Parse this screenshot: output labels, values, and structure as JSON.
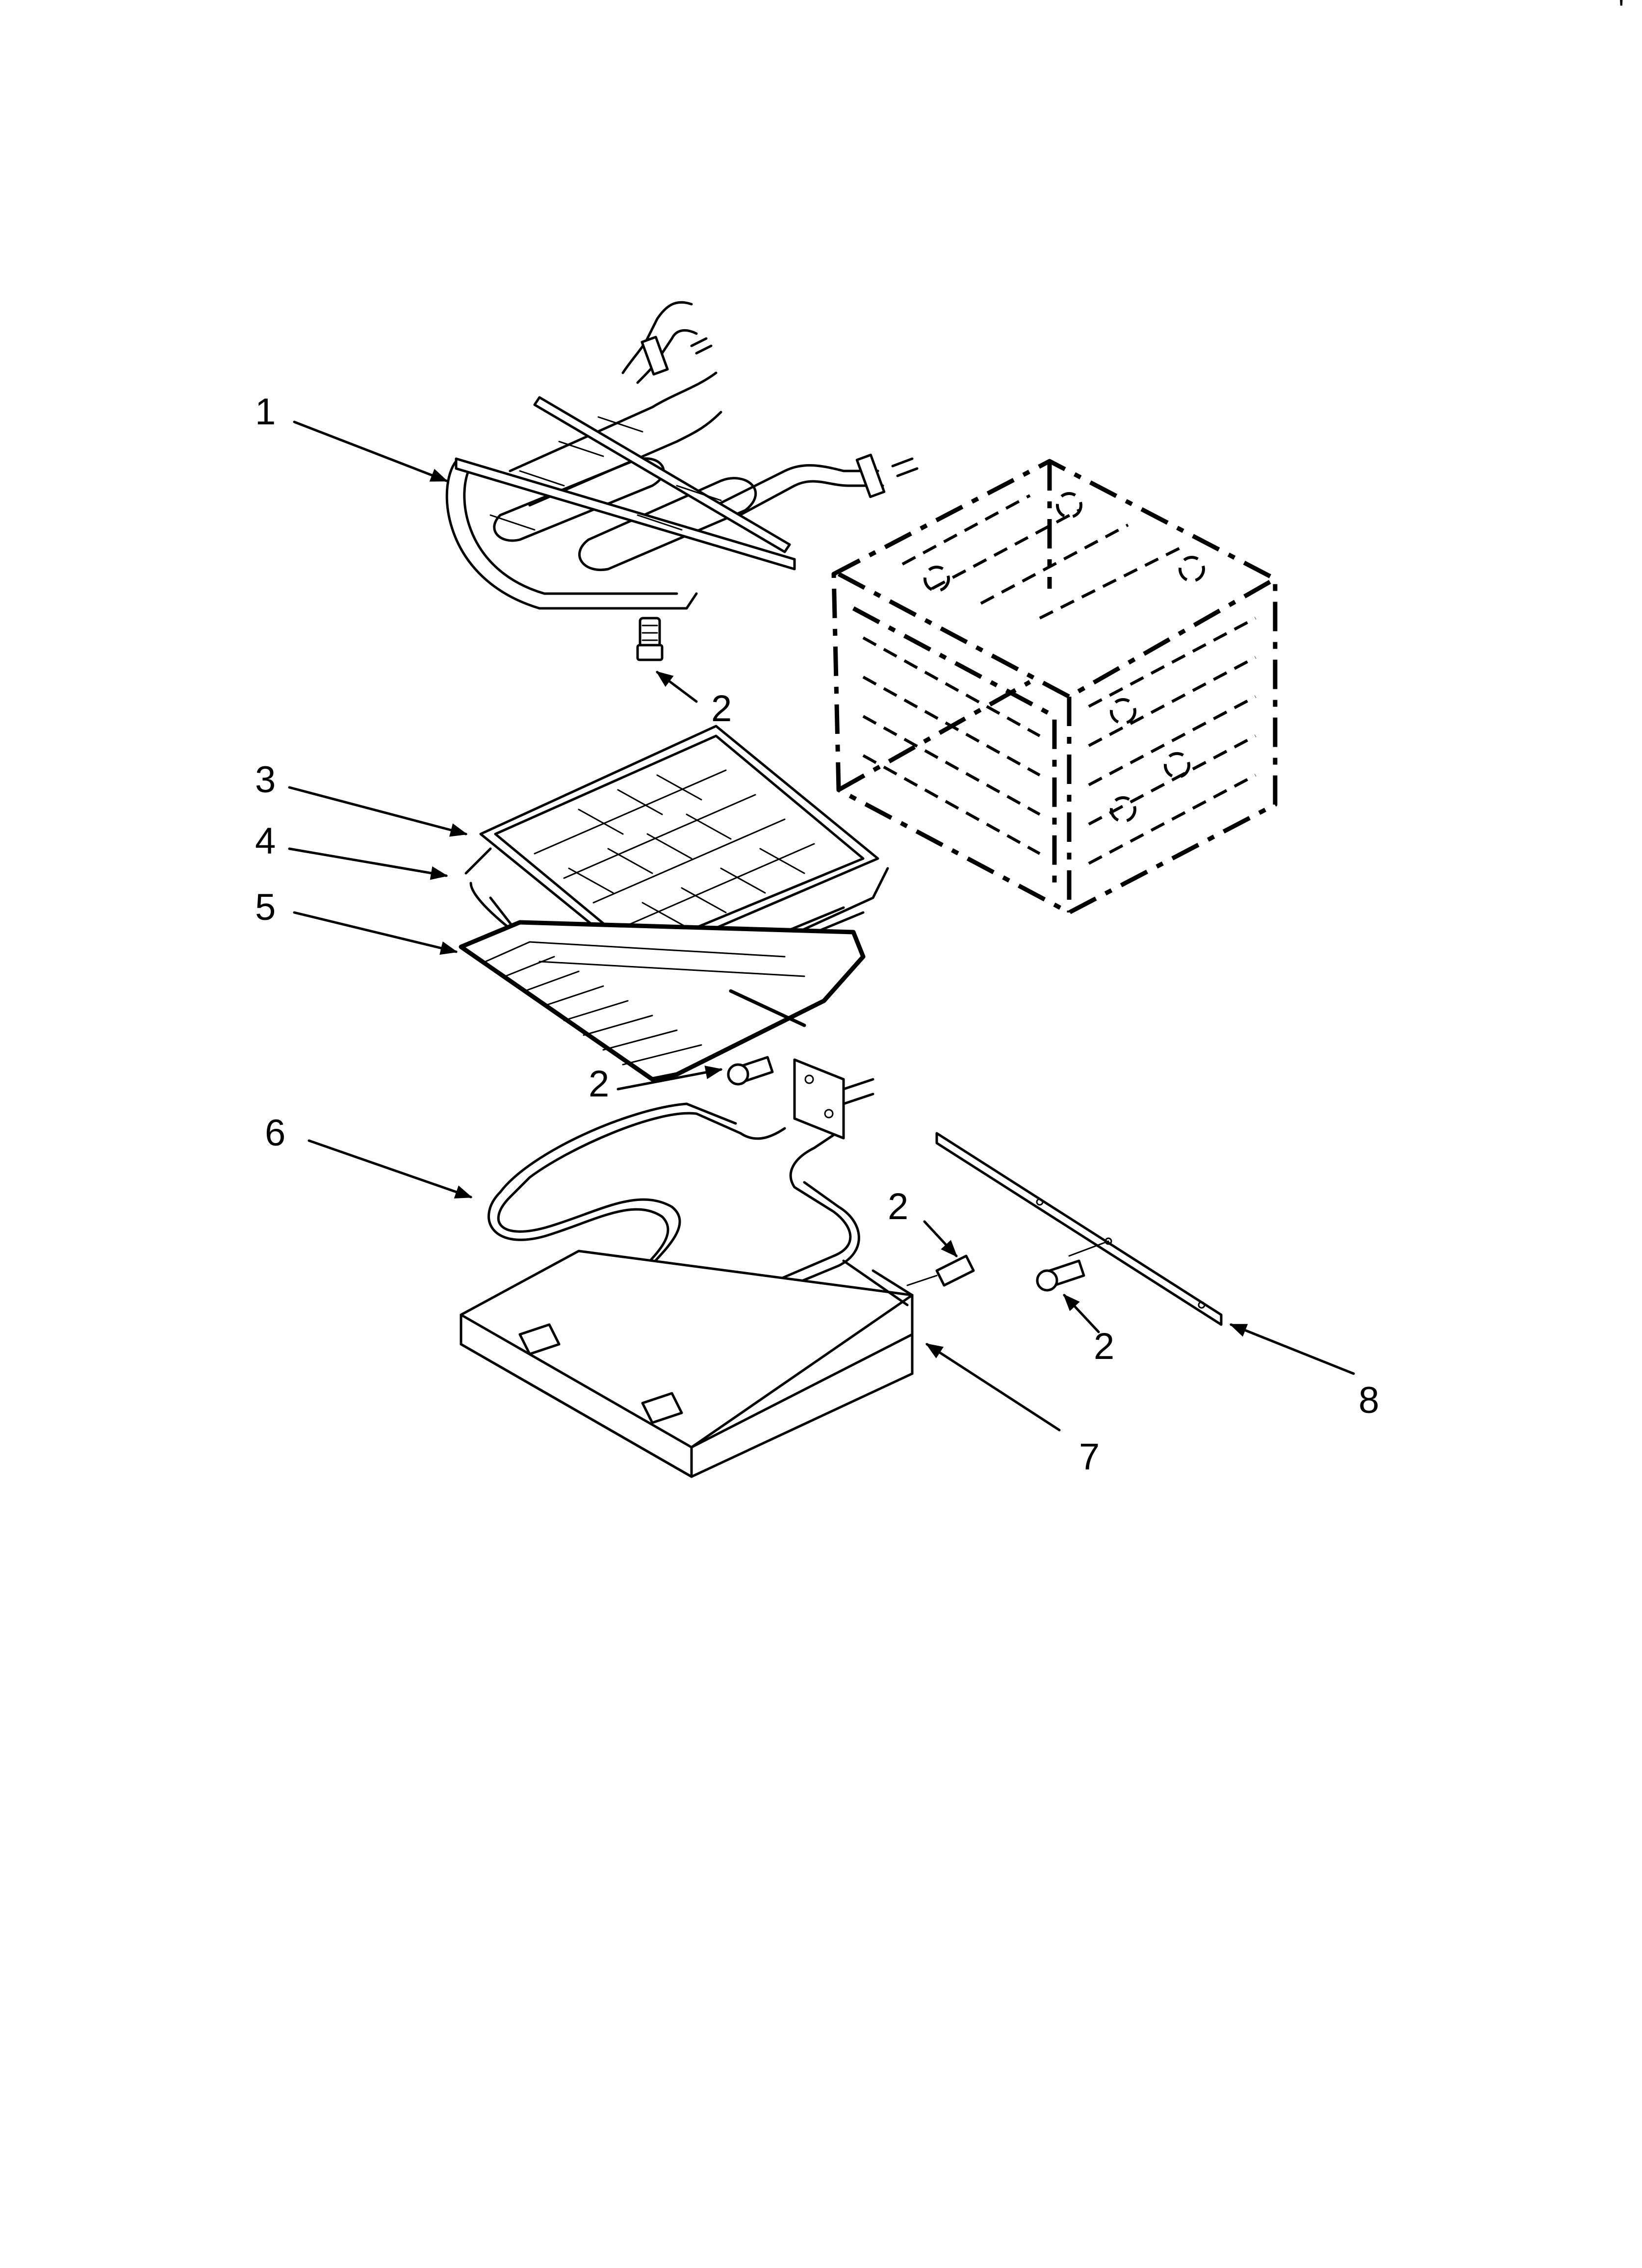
{
  "diagram": {
    "corner_mark": "'",
    "callouts": [
      {
        "id": "c1",
        "label": "1"
      },
      {
        "id": "c2a",
        "label": "2"
      },
      {
        "id": "c3",
        "label": "3"
      },
      {
        "id": "c4",
        "label": "4"
      },
      {
        "id": "c5",
        "label": "5"
      },
      {
        "id": "c2b",
        "label": "2"
      },
      {
        "id": "c6",
        "label": "6"
      },
      {
        "id": "c2c",
        "label": "2"
      },
      {
        "id": "c2d",
        "label": "2"
      },
      {
        "id": "c8",
        "label": "8"
      },
      {
        "id": "c7",
        "label": "7"
      }
    ]
  }
}
